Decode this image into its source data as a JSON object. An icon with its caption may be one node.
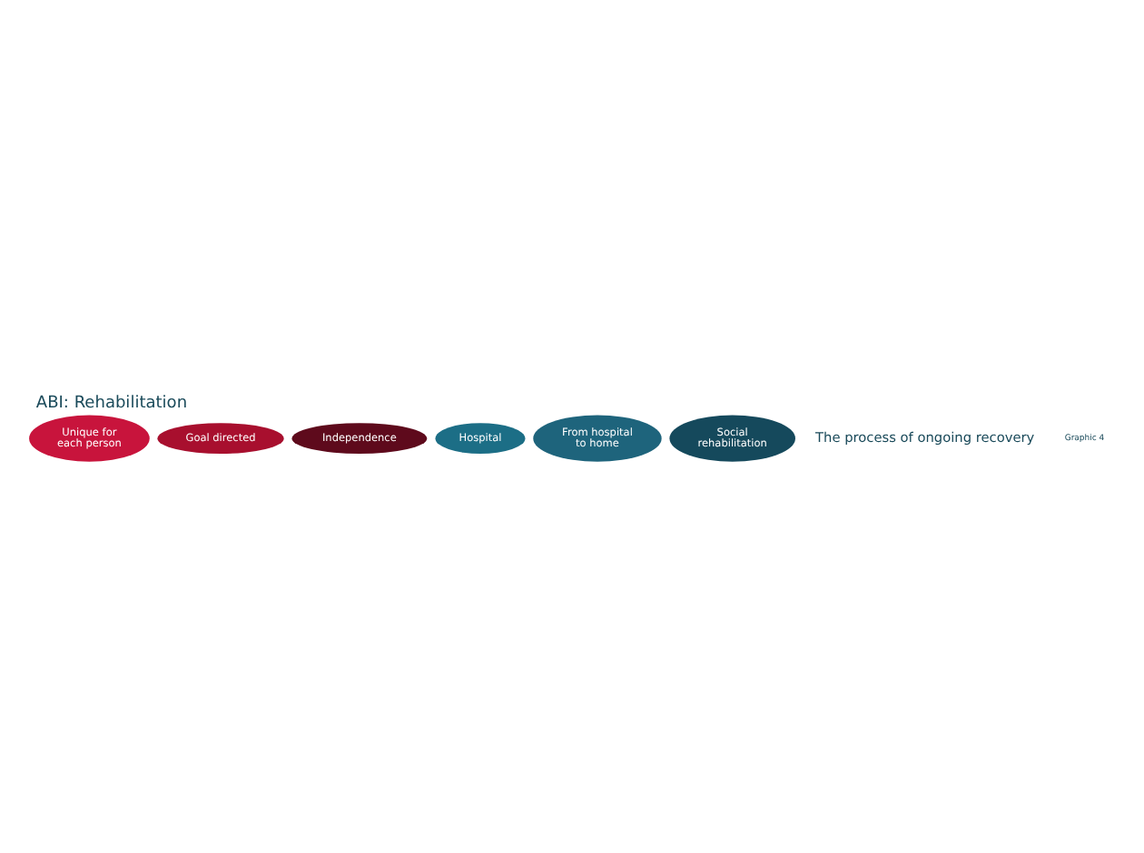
{
  "diagram": {
    "title": "ABI: Rehabilitation",
    "nodes": [
      {
        "text": [
          "Unique for each person"
        ]
      },
      {
        "text": [
          "Goal directed"
        ]
      },
      {
        "text": [
          "Independence"
        ]
      },
      {
        "text": [
          "Hospital"
        ]
      },
      {
        "text": [
          "From hospital to home"
        ]
      },
      {
        "text": [
          "Social rehabilitation"
        ]
      }
    ],
    "edges": [],
    "labels": [
      "The process of ongoing recovery",
      "Graphic 4"
    ]
  }
}
